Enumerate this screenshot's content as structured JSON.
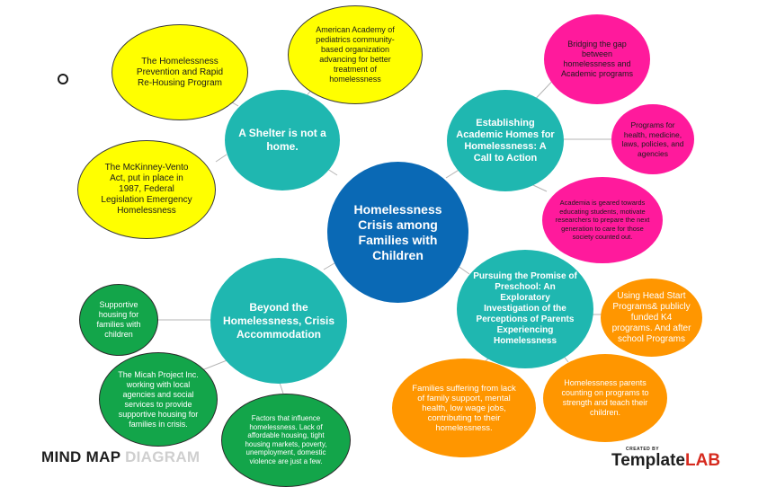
{
  "nodes": {
    "center": "Homelessness Crisis among Families with Children",
    "shelter": "A Shelter is not a home.",
    "academic": "Establishing Academic Homes for Homelessness: A Call to Action",
    "preschool": "Pursuing the Promise of Preschool: An Exploratory Investigation of the Perceptions of Parents Experiencing Homelessness",
    "beyond": "Beyond the Homelessness, Crisis Accommodation",
    "prevention": "The Homelessness Prevention and Rapid Re-Housing Program",
    "aap": "American Academy of pediatrics community- based organization advancing for better treatment of homelessness",
    "mckinney": "The McKinney-Vento Act, put in place in 1987, Federal Legislation Emergency Homelessness",
    "bridging": "Bridging the gap between homelessness and Academic programs",
    "programs": "Programs for health, medicine, laws, policies, and agencies",
    "academia": "Academia is geared towards educating students, motivate researchers to prepare the next generation to care for those society counted out.",
    "headstart": "Using Head Start Programs& publicly funded K4 programs. And after school Programs",
    "parents": "Homelessness parents counting on programs to strength and teach their children.",
    "families": "Families suffering from lack of family support, mental health, low wage jobs, contributing to their homelessness.",
    "supportive": "Supportive housing for families with children",
    "micah": "The Micah Project Inc. working with local agencies and social services to provide supportive housing for families in crisis.",
    "factors": "Factors that influence homelessness. Lack of affordable housing, tight housing markets, poverty, unemployment, domestic violence are just a few."
  },
  "footer": {
    "title_dark": "MIND MAP",
    "title_light": "DIAGRAM",
    "brand_tag": "CREATED BY",
    "brand_name_dark": "Template",
    "brand_name_accent": "LAB"
  },
  "colors": {
    "center": "#0a69b5",
    "teal": "#1fb7b0",
    "yellow": "#ffff00",
    "pink": "#ff1a9c",
    "orange": "#ff9600",
    "green": "#13a54a",
    "connector": "#b4b4b4",
    "brand_accent": "#d62a1e"
  }
}
